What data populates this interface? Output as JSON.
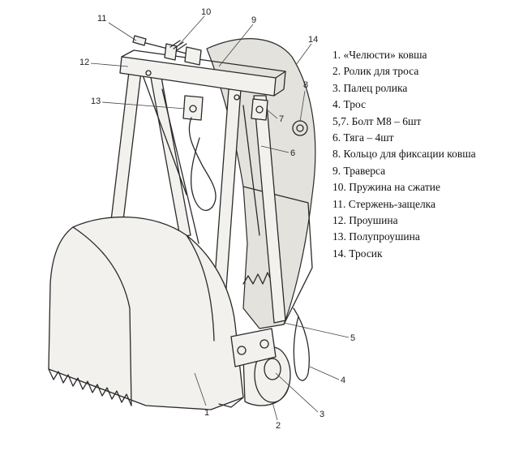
{
  "callouts": [
    "11",
    "10",
    "9",
    "14",
    "12",
    "8",
    "13",
    "7",
    "6",
    "5",
    "4",
    "3",
    "2",
    "1"
  ],
  "legend": [
    "1. «Челюсти» ковша",
    "2. Ролик для троса",
    "3. Палец ролика",
    "4. Трос",
    "5,7. Болт М8 – 6шт",
    "6. Тяга – 4шт",
    "8. Кольцо для фиксации ковша",
    "9. Траверса",
    "10. Пружина на сжатие",
    "11. Стержень-защелка",
    "12. Проушина",
    "13. Полупроушина",
    "14. Тросик"
  ]
}
